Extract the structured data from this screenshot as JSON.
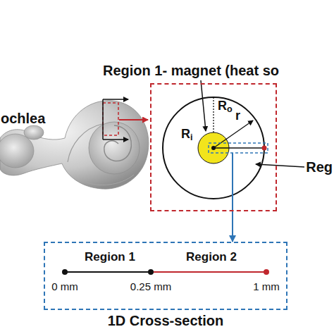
{
  "diagram": {
    "nodes": [
      {
        "text": [
          "Ro",
          "Ri",
          "r"
        ]
      },
      {
        "text": [
          "1D Cross-section"
        ]
      }
    ],
    "edges": [
      {
        "from": 0,
        "to": 1,
        "arrow": "to"
      }
    ],
    "labels": [
      "ochlea",
      "Region 1- magnet (heat so",
      "Reg",
      "Region 1",
      "Region 2",
      "0 mm",
      "0.25 mm",
      "1 mm"
    ]
  }
}
